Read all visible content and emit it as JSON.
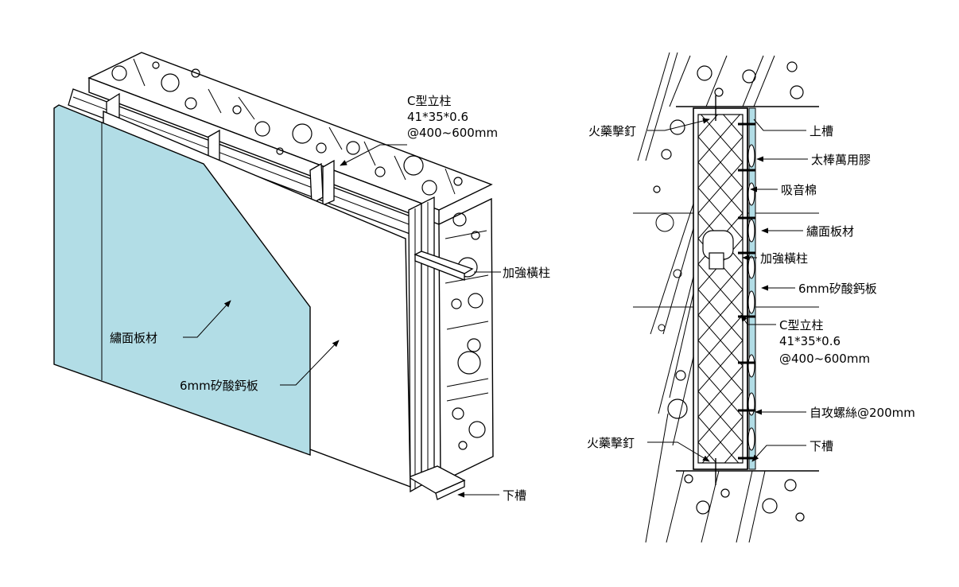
{
  "colors": {
    "panel_blue": "#b2dde6",
    "line": "#000000",
    "background": "#ffffff"
  },
  "left_diagram": {
    "labels": {
      "stud": [
        "C型立柱",
        "41*35*0.6",
        "@400~600mm"
      ],
      "reinforcing_rail": "加強橫柱",
      "finish_board": "繡面板材",
      "calcium_silicate_board": "6mm矽酸鈣板",
      "bottom_track": "下槽"
    }
  },
  "right_diagram": {
    "labels": {
      "powder_nail_top": "火藥擊釘",
      "top_track": "上槽",
      "adhesive": "太棒萬用膠",
      "sound_insulation": "吸音棉",
      "finish_board": "繡面板材",
      "reinforcing_rail": "加強橫柱",
      "calcium_silicate_board": "6mm矽酸鈣板",
      "stud": [
        "C型立柱",
        "41*35*0.6",
        "@400~600mm"
      ],
      "screws": "自攻螺絲@200mm",
      "powder_nail_bottom": "火藥擊釘",
      "bottom_track": "下槽"
    }
  }
}
